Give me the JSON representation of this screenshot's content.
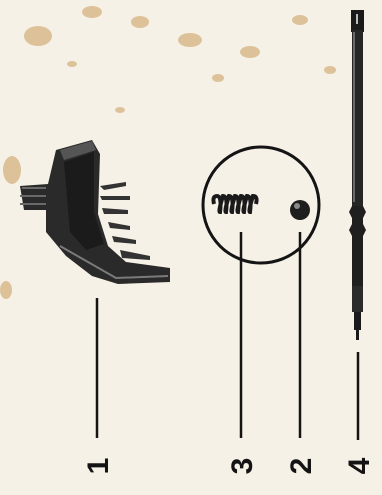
{
  "figure": {
    "callouts": [
      {
        "number": "1",
        "part": "knurled-lever-part"
      },
      {
        "number": "3",
        "part": "coil-spring"
      },
      {
        "number": "2",
        "part": "detent-ball"
      },
      {
        "number": "4",
        "part": "shaft-pin"
      }
    ],
    "colors": {
      "paper": "#f6f1e7",
      "ink": "#141414",
      "stain": "#c99a5a"
    }
  }
}
